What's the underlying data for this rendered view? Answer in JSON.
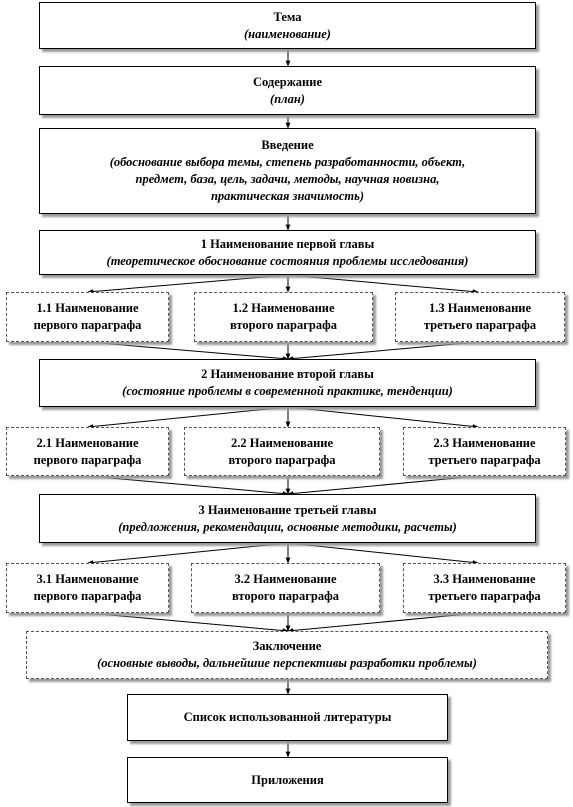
{
  "theme": {
    "title": "Тема",
    "subtitle": "(наименование)"
  },
  "contents": {
    "title": "Содержание",
    "subtitle": "(план)"
  },
  "introduction": {
    "title": "Введение",
    "subtitle_line1": "(обоснование выбора темы, степень разработанности, объект,",
    "subtitle_line2": "предмет, база, цель, задачи, методы, научная новизна,",
    "subtitle_line3": "практическая значимость)"
  },
  "chapter1": {
    "title": "1 Наименование первой главы",
    "subtitle": "(теоретическое обоснование состояния проблемы исследования)",
    "paragraphs": [
      {
        "line1": "1.1 Наименование",
        "line2": "первого параграфа"
      },
      {
        "line1": "1.2 Наименование",
        "line2": "второго параграфа"
      },
      {
        "line1": "1.3 Наименование",
        "line2": "третьего параграфа"
      }
    ]
  },
  "chapter2": {
    "title": "2 Наименование второй главы",
    "subtitle": "(состояние проблемы в современной практике, тенденции)",
    "paragraphs": [
      {
        "line1": "2.1 Наименование",
        "line2": "первого параграфа"
      },
      {
        "line1": "2.2 Наименование",
        "line2": "второго параграфа"
      },
      {
        "line1": "2.3 Наименование",
        "line2": "третьего параграфа"
      }
    ]
  },
  "chapter3": {
    "title": "3 Наименование третьей главы",
    "subtitle": "(предложения, рекомендации, основные методики, расчеты)",
    "paragraphs": [
      {
        "line1": "3.1 Наименование",
        "line2": "первого параграфа"
      },
      {
        "line1": "3.2 Наименование",
        "line2": "второго параграфа"
      },
      {
        "line1": "3.3 Наименование",
        "line2": "третьего параграфа"
      }
    ]
  },
  "conclusion": {
    "title": "Заключение",
    "subtitle": "(основные выводы, дальнейшие перспективы разработки проблемы)"
  },
  "references": {
    "title": "Список использованной литературы"
  },
  "appendices": {
    "title": "Приложения"
  }
}
